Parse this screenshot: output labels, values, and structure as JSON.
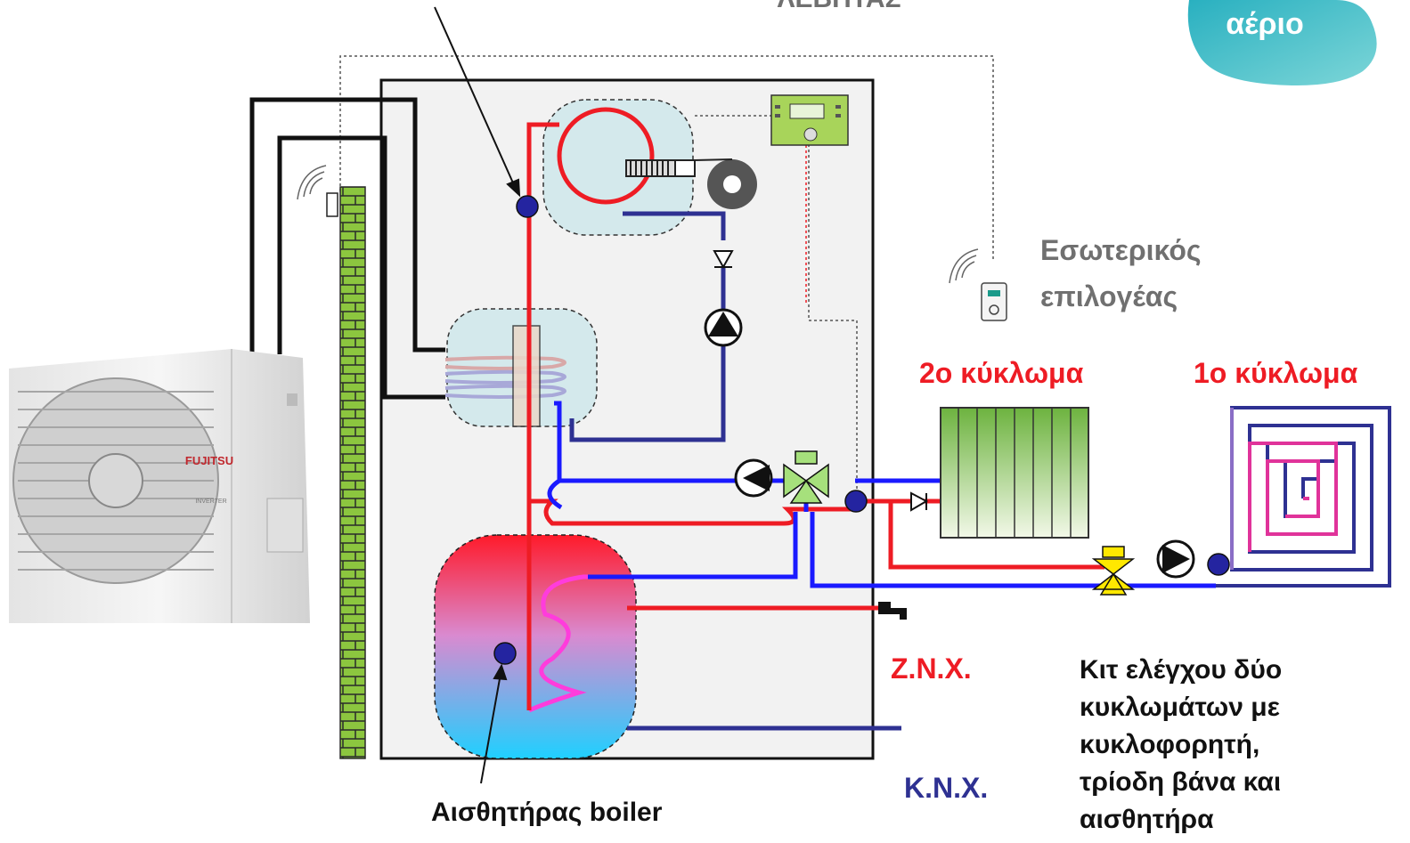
{
  "labels": {
    "boiler_title": "ΛΕΒΗΤΑΣ",
    "gas_badge": "αέριο",
    "indoor_selector": [
      "Εσωτερικός",
      "επιλογέας"
    ],
    "circuit2": "2ο κύκλωμα",
    "circuit1": "1ο κύκλωμα",
    "dhw": "Ζ.Ν.Χ.",
    "cold_water": "Κ.Ν.Χ.",
    "boiler_sensor": "Αισθητήρας boiler",
    "kit_description": [
      "Κιτ ελέγχου δύο",
      "κυκλωμάτων με",
      "κυκλοφορητή,",
      "τρίοδη βάνα και",
      "αισθητήρα"
    ],
    "outdoor_brand": "FUJITSU",
    "outdoor_model": "INVERTER"
  },
  "colors": {
    "hot": "#ee1c24",
    "cold": "#2e3192",
    "blue_pipe": "#1a1aff",
    "wall_green": "#8cc63f",
    "badge_teal": "#1d9fb0",
    "text_grey": "#707070",
    "text_red": "#ee1c24",
    "text_blue": "#2e3192"
  },
  "icons": [
    "heat-pump-outdoor-unit-icon",
    "pump-icon",
    "three-way-valve-icon",
    "check-valve-icon",
    "radiator-icon",
    "underfloor-heating-icon",
    "controller-icon",
    "room-thermostat-icon",
    "tap-icon",
    "sensor-icon",
    "wireless-signal-icon"
  ]
}
